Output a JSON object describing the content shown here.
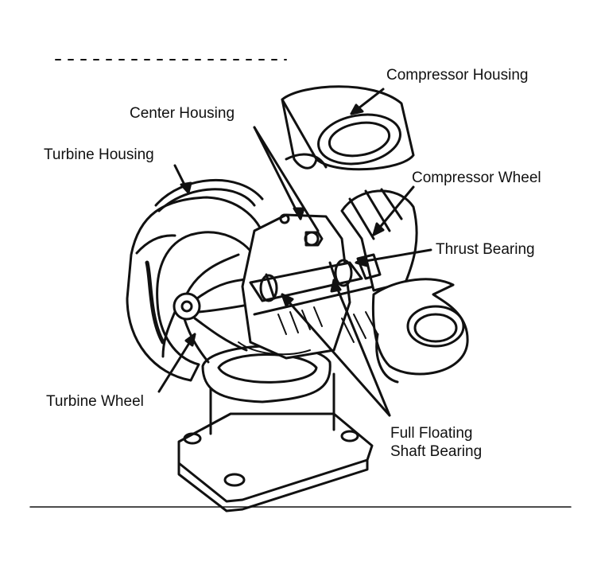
{
  "diagram": {
    "labels": {
      "compressor_housing": "Compressor Housing",
      "center_housing": "Center Housing",
      "turbine_housing": "Turbine Housing",
      "compressor_wheel": "Compressor Wheel",
      "thrust_bearing": "Thrust Bearing",
      "turbine_wheel": "Turbine Wheel",
      "shaft_bearing_line1": "Full Floating",
      "shaft_bearing_line2": "Shaft Bearing"
    },
    "colors": {
      "ink": "#111111",
      "paper": "#ffffff"
    }
  }
}
